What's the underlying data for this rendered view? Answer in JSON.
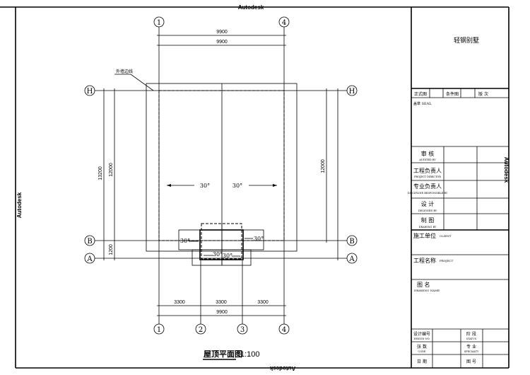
{
  "watermark": "Autodesk",
  "drawing": {
    "grid_columns": [
      "1",
      "2",
      "3",
      "4"
    ],
    "grid_rows": [
      "H",
      "B",
      "A"
    ],
    "dims_top": [
      "9900",
      "9900"
    ],
    "dims_bottom": [
      "3300",
      "3300",
      "3300",
      "9900"
    ],
    "dims_left": [
      "13200",
      "12000",
      "1200"
    ],
    "dims_right": [
      "12000"
    ],
    "slope": "30°",
    "wall_note": "外墙边线",
    "title": "屋顶平面图",
    "scale": "1:100"
  },
  "title_block": {
    "project_name": "轻钢别墅",
    "status": [
      "正式图",
      "条件图",
      "版 次"
    ],
    "seal": "盖章 SEAL",
    "roles": [
      {
        "cn": "审 核",
        "en": "AUDITED BY"
      },
      {
        "cn": "工程负责人",
        "en": "PROJECT DIRECTOR"
      },
      {
        "cn": "专业负责人",
        "en": "DISCIPLINE RESPONSIBLE BY"
      },
      {
        "cn": "设 计",
        "en": "DESIGNED BY"
      },
      {
        "cn": "制 图",
        "en": "DRAWING BY"
      }
    ],
    "client": {
      "cn": "施工单位",
      "en": "CLIENT"
    },
    "project": {
      "cn": "工程名称",
      "en": "PROJECT"
    },
    "drawing_name": {
      "cn": "图 名",
      "en": "DRAWING NAME"
    },
    "bottom": [
      {
        "cn": "设计编号",
        "en": "DESIGN NO."
      },
      {
        "cn": "阶 段",
        "en": "STATUS"
      },
      {
        "cn": "张 数",
        "en": "CODE"
      },
      {
        "cn": "专 业",
        "en": "SPECIALTY"
      },
      {
        "cn": "日 期",
        "en": ""
      },
      {
        "cn": "图 号",
        "en": ""
      }
    ]
  }
}
